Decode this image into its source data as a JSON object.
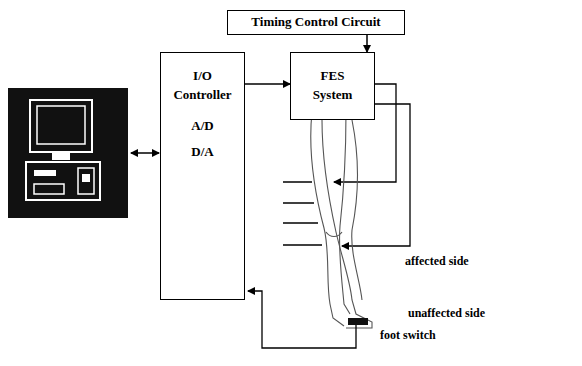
{
  "diagram": {
    "nodes": [
      {
        "text": [
          "Timing Control Circuit"
        ]
      },
      {
        "text": [
          "I/O Controller",
          "A/D",
          "D/A"
        ]
      },
      {
        "text": [
          "FES System"
        ]
      }
    ],
    "edges": [
      {
        "from": 0,
        "to": 2,
        "arrow": "to"
      },
      {
        "from": 1,
        "to": 2,
        "arrow": "to"
      }
    ],
    "labels": [
      "affected side",
      "unaffected side",
      "foot switch"
    ]
  }
}
